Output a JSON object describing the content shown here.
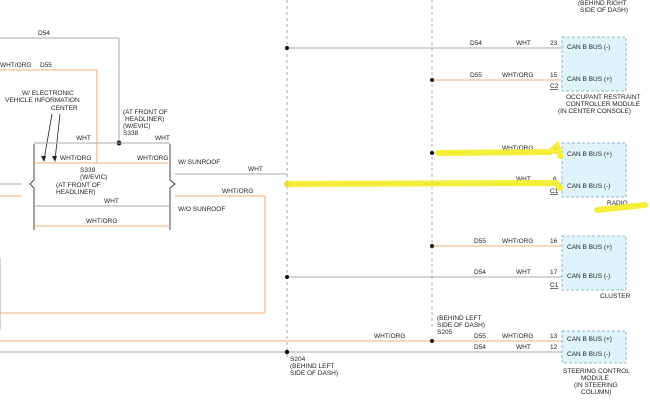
{
  "title_top": [
    "(BEHIND RIGHT",
    "SIDE OF DASH)"
  ],
  "left_wires": {
    "d54_label": "D54",
    "whtorg_label": "WHT/ORG",
    "d55_label": "D55"
  },
  "evic_note": [
    "W/ ELECTRONIC",
    "VEHICLE INFORMATION",
    "CENTER"
  ],
  "s338": [
    "(AT FRONT OF",
    "HEADLINER)",
    "(W/EVIC)",
    "S338"
  ],
  "s339": [
    "S339",
    "(W/EVIC)",
    "(AT FRONT OF",
    "HEADLINER)"
  ],
  "mid_labels": {
    "wht_a": "WHT",
    "wht_b": "WHT",
    "whtorg_a": "WHT/ORG",
    "whtorg_b": "WHT/ORG",
    "wht_c": "WHT",
    "whtorg_c": "WHT/ORG",
    "sunroof_with": "W/ SUNROOF",
    "sunroof_without": "W/O SUNROOF",
    "wht_sunroof": "WHT",
    "whtorg_sunroof": "WHT/ORG"
  },
  "modules": {
    "occupant": {
      "pins": [
        {
          "circuit": "D54",
          "color": "WHT",
          "pin": "23",
          "label": "CAN B BUS (-)"
        },
        {
          "circuit": "D55",
          "color": "WHT/ORG",
          "pin": "15",
          "label": "CAN B BUS (+)"
        }
      ],
      "connector": "C2",
      "name": [
        "OCCUPANT RESTRAINT",
        "CONTROLLER MODULE",
        "(IN CENTER CONSOLE)"
      ]
    },
    "radio": {
      "pins": [
        {
          "circuit": "",
          "color": "WHT/ORG",
          "pin": "5",
          "label": "CAN B BUS (+)"
        },
        {
          "circuit": "",
          "color": "WHT",
          "pin": "6",
          "label": "CAN B BUS (-)"
        }
      ],
      "connector": "C1",
      "name": [
        "RADIO"
      ]
    },
    "cluster": {
      "pins": [
        {
          "circuit": "D55",
          "color": "WHT/ORG",
          "pin": "16",
          "label": "CAN B BUS (+)"
        },
        {
          "circuit": "D54",
          "color": "WHT",
          "pin": "17",
          "label": "CAN B BUS (-)"
        }
      ],
      "connector": "C1",
      "name": [
        "CLUSTER"
      ]
    },
    "steering": {
      "pins": [
        {
          "circuit": "D55",
          "color": "WHT/ORG",
          "pin": "13",
          "label": "CAN B BUS (+)"
        },
        {
          "circuit": "D54",
          "color": "WHT",
          "pin": "12",
          "label": "CAN B BUS (-)"
        }
      ],
      "name": [
        "STEERING CONTROL",
        "MODULE",
        "(IN STEERING",
        "COLUMN)"
      ]
    }
  },
  "s205": [
    "(BEHIND LEFT",
    "SIDE OF DASH)",
    "S205"
  ],
  "s204": [
    "S204",
    "(BEHIND LEFT",
    "SIDE OF DASH)"
  ],
  "bottom_whtorg": "WHT/ORG"
}
